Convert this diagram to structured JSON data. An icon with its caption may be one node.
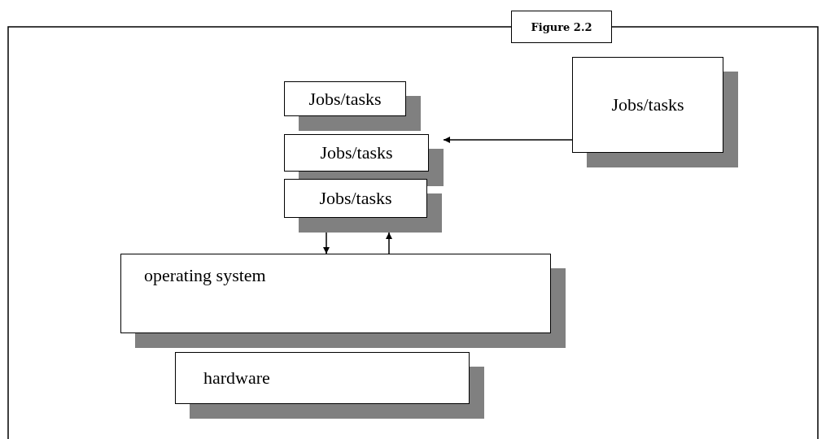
{
  "diagram": {
    "title": "Figure 2.2",
    "nodes": [
      {
        "text": [
          "Jobs/tasks"
        ]
      },
      {
        "text": [
          "Jobs/tasks"
        ]
      },
      {
        "text": [
          "Jobs/tasks"
        ]
      },
      {
        "text": [
          "Jobs/tasks"
        ]
      },
      {
        "text": [
          "operating system"
        ]
      },
      {
        "text": [
          "hardware"
        ]
      }
    ],
    "edges": [
      {
        "from": 3,
        "to": 1,
        "arrow": "to"
      },
      {
        "from": 2,
        "to": 4,
        "arrow": "to"
      },
      {
        "from": 4,
        "to": 2,
        "arrow": "to"
      }
    ]
  }
}
